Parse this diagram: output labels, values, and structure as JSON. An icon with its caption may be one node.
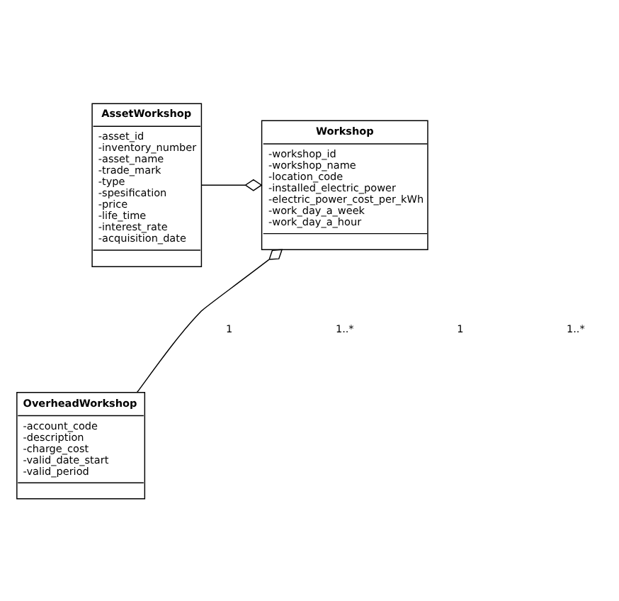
{
  "diagram": {
    "nodes": [
      {
        "text": [
          "AssetWorkshop",
          "-asset_id",
          "-inventory_number",
          "-asset_name",
          "-trade_mark",
          "-type",
          "-spesification",
          "-price",
          "-life_time",
          "-interest_rate",
          "-acquisition_date"
        ]
      },
      {
        "text": [
          "Workshop",
          "-workshop_id",
          "-workshop_name",
          "-location_code",
          "-installed_electric_power",
          "-electric_power_cost_per_kWh",
          "-work_day_a_week",
          "-work_day_a_hour"
        ]
      },
      {
        "text": [
          "OverheadWorkshop",
          "-account_code",
          "-description",
          "-charge_cost",
          "-valid_date_start",
          "-valid_period"
        ]
      }
    ],
    "edges": [
      {
        "from": 0,
        "to": 1,
        "arrow": "other"
      },
      {
        "from": 2,
        "to": 1,
        "arrow": "other"
      }
    ],
    "labels": [
      "1",
      "1..*",
      "1",
      "1..*"
    ]
  }
}
